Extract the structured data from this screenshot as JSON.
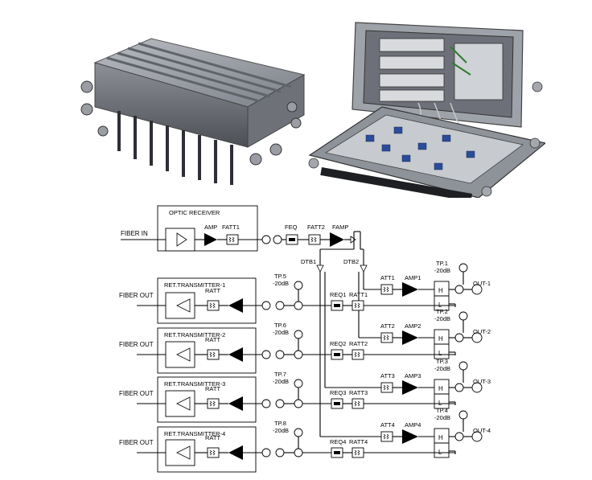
{
  "schematic": {
    "optic_block": {
      "title": "OPTIC RECEIVER",
      "input": "FIBER IN",
      "amp": "AMP",
      "fatt": "FATT1"
    },
    "forward_chain": {
      "feq": "FEQ",
      "fatt2": "FATT2",
      "famp": "FAMP",
      "dtb1": "DTB1",
      "dtb2": "DTB2"
    },
    "outputs": [
      {
        "att": "ATT1",
        "amp": "AMP1",
        "tp": "TP.1",
        "tp_level": "-20dB",
        "out": "OUT-1"
      },
      {
        "att": "ATT2",
        "amp": "AMP2",
        "tp": "TP.2",
        "tp_level": "-20dB",
        "out": "OUT-2"
      },
      {
        "att": "ATT3",
        "amp": "AMP3",
        "tp": "TP.3",
        "tp_level": "-20dB",
        "out": "OUT-3"
      },
      {
        "att": "ATT4",
        "amp": "AMP4",
        "tp": "TP.4",
        "tp_level": "-20dB",
        "out": "OUT-4"
      }
    ],
    "returns": [
      {
        "transmitter": "RET.TRANSMITTER-1",
        "ratt_tx": "RATT",
        "fiber": "FIBER OUT",
        "tp": "TP.5",
        "tp_level": "-20dB",
        "req": "REQ1",
        "ratt": "RATT1"
      },
      {
        "transmitter": "RET.TRANSMITTER-2",
        "ratt_tx": "RATT",
        "fiber": "FIBER OUT",
        "tp": "TP.6",
        "tp_level": "-20dB",
        "req": "REQ2",
        "ratt": "RATT2"
      },
      {
        "transmitter": "RET.TRANSMITTER-3",
        "ratt_tx": "RATT",
        "fiber": "FIBER OUT",
        "tp": "TP.7",
        "tp_level": "-20dB",
        "req": "REQ3",
        "ratt": "RATT3"
      },
      {
        "transmitter": "RET.TRANSMITTER-4",
        "ratt_tx": "RATT",
        "fiber": "FIBER OUT",
        "tp": "TP.8",
        "tp_level": "-20dB",
        "req": "REQ4",
        "ratt": "RATT4"
      }
    ],
    "diplexer": {
      "high": "H",
      "low": "L"
    }
  }
}
